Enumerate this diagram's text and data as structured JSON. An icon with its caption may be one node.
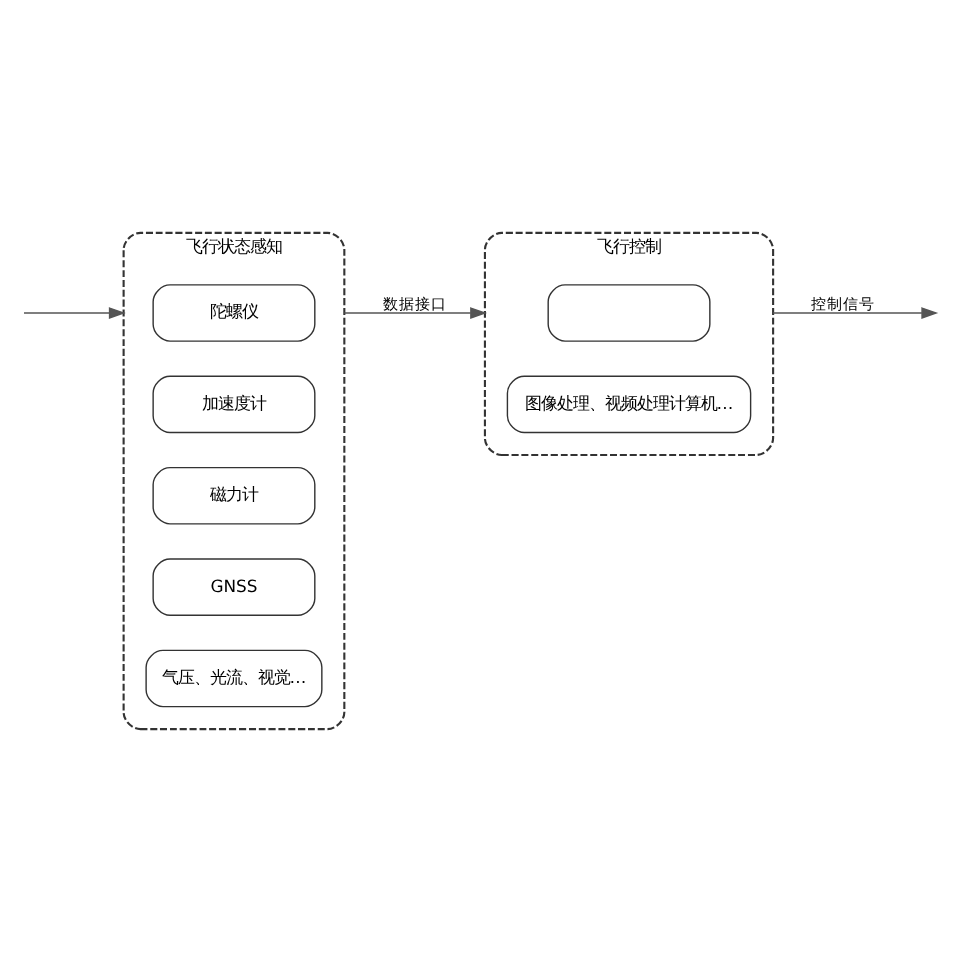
{
  "diagram": {
    "nodes": [
      {
        "text": [
          "飞行状态感知"
        ]
      },
      {
        "text": [
          "陀螺仪"
        ],
        "in": 0
      },
      {
        "text": [
          "加速度计"
        ],
        "in": 0
      },
      {
        "text": [
          "磁力计"
        ],
        "in": 0
      },
      {
        "text": [
          "GNSS"
        ],
        "in": 0
      },
      {
        "text": [
          "气压、光流、视觉…"
        ],
        "in": 0
      },
      {
        "text": [
          "飞行控制"
        ]
      },
      {
        "text": [],
        "shape": "box",
        "in": 6
      },
      {
        "text": [
          "图像处理、视频处理计算机…"
        ],
        "in": 6
      }
    ],
    "edges": [
      {
        "from": null,
        "to": 0,
        "arrow": "to"
      },
      {
        "from": 0,
        "to": 6,
        "arrow": "to",
        "label": "数据接口"
      },
      {
        "from": 6,
        "to": null,
        "arrow": "to",
        "label": "控制信号"
      }
    ]
  }
}
